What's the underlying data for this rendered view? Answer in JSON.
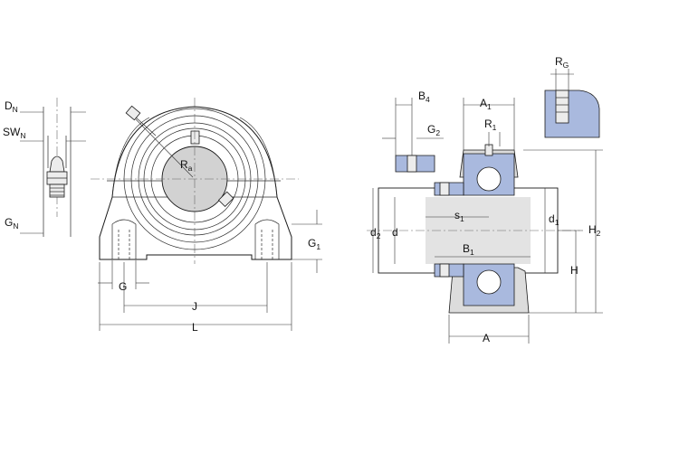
{
  "labels": {
    "DN": {
      "main": "D",
      "sub": "N"
    },
    "SWN": {
      "main": "SW",
      "sub": "N"
    },
    "GN": {
      "main": "G",
      "sub": "N"
    },
    "Ra": {
      "main": "R",
      "sub": "a"
    },
    "G": {
      "main": "G",
      "sub": ""
    },
    "J": {
      "main": "J",
      "sub": ""
    },
    "L": {
      "main": "L",
      "sub": ""
    },
    "G1": {
      "main": "G",
      "sub": "1"
    },
    "B4": {
      "main": "B",
      "sub": "4"
    },
    "G2": {
      "main": "G",
      "sub": "2"
    },
    "A1": {
      "main": "A",
      "sub": "1"
    },
    "R1": {
      "main": "R",
      "sub": "1"
    },
    "RG": {
      "main": "R",
      "sub": "G"
    },
    "s1": {
      "main": "s",
      "sub": "1"
    },
    "d2": {
      "main": "d",
      "sub": "2"
    },
    "d": {
      "main": "d",
      "sub": ""
    },
    "d1": {
      "main": "d",
      "sub": "1"
    },
    "B1": {
      "main": "B",
      "sub": "1"
    },
    "H2": {
      "main": "H",
      "sub": "2"
    },
    "H": {
      "main": "H",
      "sub": ""
    },
    "A": {
      "main": "A",
      "sub": ""
    }
  },
  "colors": {
    "bearing_fill": "#a9b9de",
    "housing_fill": "#dcdcdc",
    "line": "#1a1a1a"
  }
}
